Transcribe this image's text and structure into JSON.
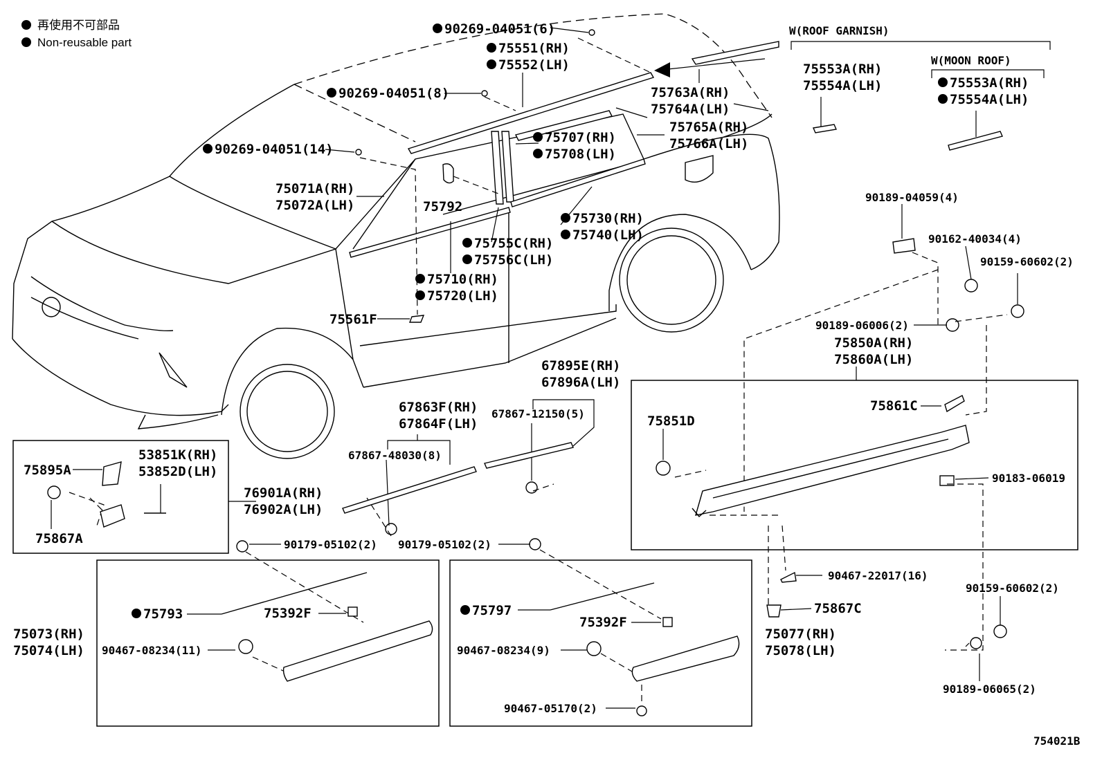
{
  "legend": {
    "ja": "再使用不可部品",
    "en": "Non-reusable part"
  },
  "figure_code": "754021B",
  "parts": [
    {
      "id": "p1",
      "text": "90269-04051(6)",
      "nr": true
    },
    {
      "id": "p2",
      "text": "75551(RH)",
      "nr": true
    },
    {
      "id": "p3",
      "text": "75552(LH)",
      "nr": true
    },
    {
      "id": "p4",
      "text": "90269-04051(8)",
      "nr": true
    },
    {
      "id": "p5",
      "text": "90269-04051(14)",
      "nr": true
    },
    {
      "id": "p6",
      "text": "W(ROOF GARNISH)",
      "nr": false
    },
    {
      "id": "p7",
      "text": "W(MOON ROOF)",
      "nr": false
    },
    {
      "id": "p8",
      "text": "75553A(RH)",
      "nr": false
    },
    {
      "id": "p9",
      "text": "75554A(LH)",
      "nr": false
    },
    {
      "id": "p10",
      "text": "75553A(RH)",
      "nr": true
    },
    {
      "id": "p11",
      "text": "75554A(LH)",
      "nr": true
    },
    {
      "id": "p12",
      "text": "75763A(RH)",
      "nr": false
    },
    {
      "id": "p13",
      "text": "75764A(LH)",
      "nr": false
    },
    {
      "id": "p14",
      "text": "75765A(RH)",
      "nr": false
    },
    {
      "id": "p15",
      "text": "75766A(LH)",
      "nr": false
    },
    {
      "id": "p16",
      "text": "75707(RH)",
      "nr": true
    },
    {
      "id": "p17",
      "text": "75708(LH)",
      "nr": true
    },
    {
      "id": "p18",
      "text": "75071A(RH)",
      "nr": false
    },
    {
      "id": "p19",
      "text": "75072A(LH)",
      "nr": false
    },
    {
      "id": "p20",
      "text": "75792",
      "nr": false
    },
    {
      "id": "p21",
      "text": "75730(RH)",
      "nr": true
    },
    {
      "id": "p22",
      "text": "75740(LH)",
      "nr": true
    },
    {
      "id": "p23",
      "text": "75755C(RH)",
      "nr": true
    },
    {
      "id": "p24",
      "text": "75756C(LH)",
      "nr": true
    },
    {
      "id": "p25",
      "text": "75710(RH)",
      "nr": true
    },
    {
      "id": "p26",
      "text": "75720(LH)",
      "nr": true
    },
    {
      "id": "p27",
      "text": "75561F",
      "nr": false
    },
    {
      "id": "p28",
      "text": "90189-04059(4)",
      "nr": false
    },
    {
      "id": "p29",
      "text": "90162-40034(4)",
      "nr": false
    },
    {
      "id": "p30",
      "text": "90159-60602(2)",
      "nr": false
    },
    {
      "id": "p31",
      "text": "90189-06006(2)",
      "nr": false
    },
    {
      "id": "p32",
      "text": "75850A(RH)",
      "nr": false
    },
    {
      "id": "p33",
      "text": "75860A(LH)",
      "nr": false
    },
    {
      "id": "p34",
      "text": "67895E(RH)",
      "nr": false
    },
    {
      "id": "p35",
      "text": "67896A(LH)",
      "nr": false
    },
    {
      "id": "p36",
      "text": "67863F(RH)",
      "nr": false
    },
    {
      "id": "p37",
      "text": "67864F(LH)",
      "nr": false
    },
    {
      "id": "p38",
      "text": "67867-12150(5)",
      "nr": false
    },
    {
      "id": "p39",
      "text": "67867-48030(8)",
      "nr": false
    },
    {
      "id": "p40",
      "text": "75851D",
      "nr": false
    },
    {
      "id": "p41",
      "text": "75861C",
      "nr": false
    },
    {
      "id": "p42",
      "text": "90183-06019",
      "nr": false
    },
    {
      "id": "p43",
      "text": "75895A",
      "nr": false
    },
    {
      "id": "p44",
      "text": "53851K(RH)",
      "nr": false
    },
    {
      "id": "p45",
      "text": "53852D(LH)",
      "nr": false
    },
    {
      "id": "p46",
      "text": "76901A(RH)",
      "nr": false
    },
    {
      "id": "p47",
      "text": "76902A(LH)",
      "nr": false
    },
    {
      "id": "p48",
      "text": "75867A",
      "nr": false
    },
    {
      "id": "p49",
      "text": "90179-05102(2)",
      "nr": false
    },
    {
      "id": "p50",
      "text": "90179-05102(2)",
      "nr": false
    },
    {
      "id": "p51",
      "text": "90467-22017(16)",
      "nr": false
    },
    {
      "id": "p52",
      "text": "75867C",
      "nr": false
    },
    {
      "id": "p53",
      "text": "75793",
      "nr": true
    },
    {
      "id": "p54",
      "text": "75392F",
      "nr": false
    },
    {
      "id": "p55",
      "text": "75797",
      "nr": true
    },
    {
      "id": "p56",
      "text": "75392F",
      "nr": false
    },
    {
      "id": "p57",
      "text": "75073(RH)",
      "nr": false
    },
    {
      "id": "p58",
      "text": "75074(LH)",
      "nr": false
    },
    {
      "id": "p59",
      "text": "75077(RH)",
      "nr": false
    },
    {
      "id": "p60",
      "text": "75078(LH)",
      "nr": false
    },
    {
      "id": "p61",
      "text": "90467-08234(11)",
      "nr": false
    },
    {
      "id": "p62",
      "text": "90467-08234(9)",
      "nr": false
    },
    {
      "id": "p63",
      "text": "90159-60602(2)",
      "nr": false
    },
    {
      "id": "p64",
      "text": "90189-06065(2)",
      "nr": false
    },
    {
      "id": "p65",
      "text": "90467-05170(2)",
      "nr": false
    }
  ]
}
